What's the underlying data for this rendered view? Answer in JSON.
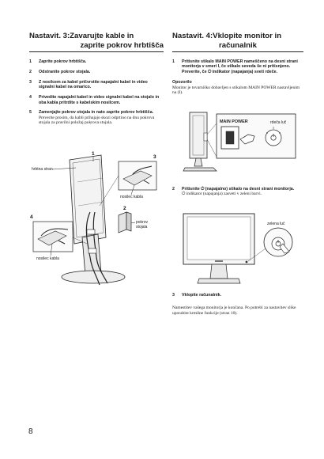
{
  "left": {
    "title_line1": "Nastavit. 3:Zavarujte kable in",
    "title_line2": "zaprite pokrov hrbtišča",
    "steps": [
      {
        "num": "1",
        "text": "Zaprite pokrov hrbtišča."
      },
      {
        "num": "2",
        "text": "Odstranite pokrov stojala."
      },
      {
        "num": "3",
        "text": "Z nosilcem za kabel pričvrstite napajalni kabel in video signalni kabel na omarico."
      },
      {
        "num": "4",
        "text": "Privedite napajalni kabel in video signalni kabel na stojalo in oba kabla pritrdite s kabelskim nosilcem."
      },
      {
        "num": "5",
        "text": "Zamenjajte pokrov stojala in nato zaprite pokrov hrbtišča.",
        "sub": "Preverite prosim, da kabli prihajajo skozi odprtino na dnu pokrova stojala za pravilni položaj pokrova stojala."
      }
    ],
    "figure": {
      "n1": "1",
      "n2": "2",
      "n3": "3",
      "n4": "4",
      "hrbtna_stran": "hrbtna stran",
      "nosilec_kabla_right": "nosilec kabla",
      "pokrov_stojala_1": "pokrov",
      "pokrov_stojala_2": "stojala",
      "nosilec_kabla_left": "nosilec kabla"
    }
  },
  "right": {
    "title_line1": "Nastavit. 4:Vklopite monitor in",
    "title_line2": "računalnik",
    "step1_num": "1",
    "step1": "Pritisnite stikalo MAIN POWER nameščeno na desni strani monitorja v smeri I, če stikalo seveda še ni pritisnjeno. Preverite, če ⏻ indikator (napajanja) sveti rdeče.",
    "note_title": "Opozorilo",
    "note_body": "Monitor je tovarniško dobavljen s stikalom MAIN POWER nastavljenim na (I).",
    "fig1": {
      "main_power": "MAIN POWER",
      "rdeca_luc": "rdeča luč"
    },
    "step2_num": "2",
    "step2": "Pritisnite ⏻ (napajalno) stikalo na desni strani monitorja.",
    "step2_sub": "⏻ indikator (napajanja) zasveti v zeleni barvi.",
    "fig2": {
      "zelena_luc": "zelena luč"
    },
    "step3_num": "3",
    "step3": "Vklopite računalnik.",
    "final": "Namestitev vašega monitorja je končana. Po potrebi za nastavitev slike uporabite krmilne funkcije (stran 10)."
  },
  "page_number": "8"
}
